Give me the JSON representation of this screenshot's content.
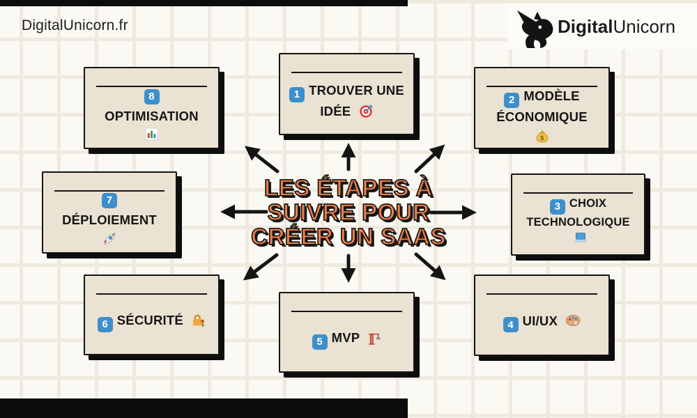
{
  "header": {
    "watermark": "DigitalUnicorn.fr",
    "brand_bold": "Digital",
    "brand_light": "Unicorn"
  },
  "title": {
    "lines": [
      "LES ÉTAPES À",
      "SUIVRE POUR",
      "CRÉER UN SAAS"
    ]
  },
  "steps": [
    {
      "number": "1",
      "label": "TROUVER UNE IDÉE",
      "icon": "target-icon"
    },
    {
      "number": "2",
      "label": "MODÈLE ÉCONOMIQUE",
      "icon": "money-bag-icon"
    },
    {
      "number": "3",
      "label": "CHOIX TECHNOLOGIQUE",
      "icon": "laptop-icon"
    },
    {
      "number": "4",
      "label": "UI/UX",
      "icon": "palette-icon"
    },
    {
      "number": "5",
      "label": "MVP",
      "icon": "crane-icon"
    },
    {
      "number": "6",
      "label": "SÉCURITÉ",
      "icon": "lock-key-icon"
    },
    {
      "number": "7",
      "label": "DÉPLOIEMENT",
      "icon": "rocket-icon"
    },
    {
      "number": "8",
      "label": "OPTIMISATION",
      "icon": "bar-chart-icon"
    }
  ],
  "colors": {
    "accent_orange": "#F08048",
    "badge_blue": "#3D8FCB",
    "card_bg": "#EAE2D2",
    "outline_black": "#141414",
    "background_cream": "#FBF9F3"
  }
}
